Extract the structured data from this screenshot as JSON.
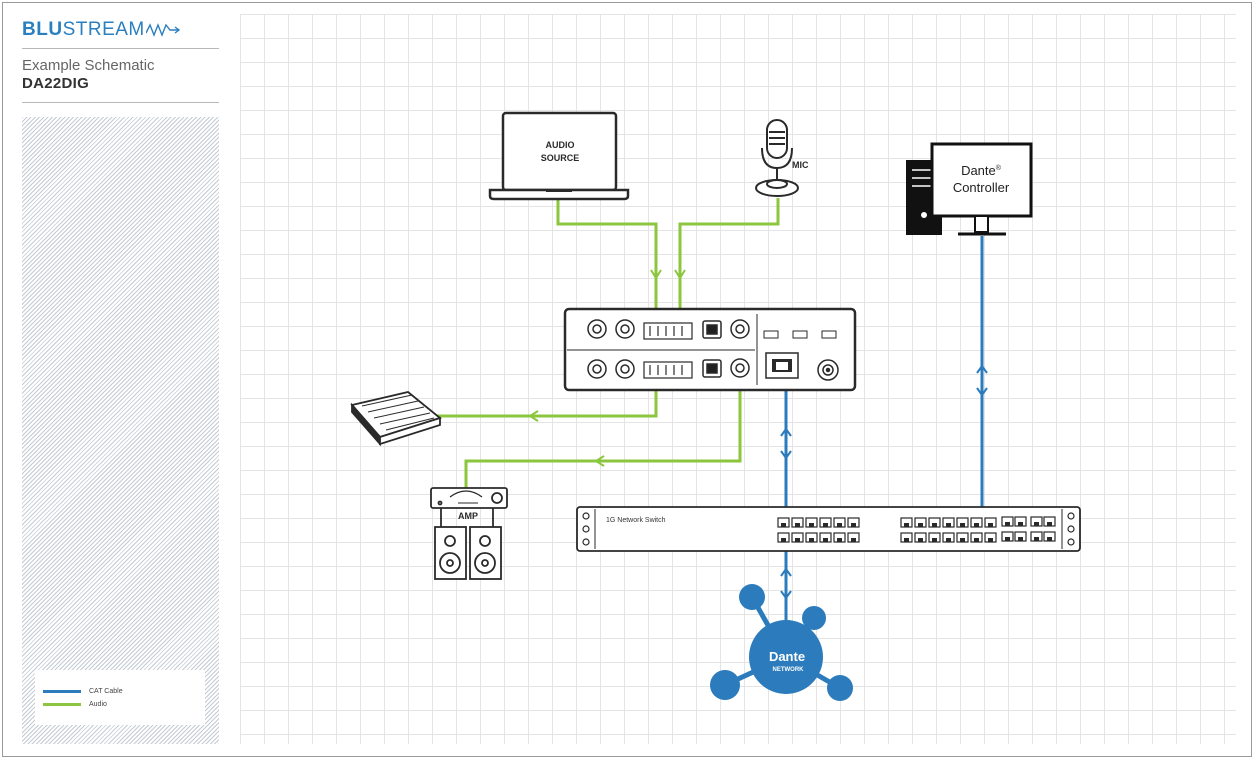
{
  "brand": {
    "name_bold": "BLU",
    "name_light": "STREAM"
  },
  "header": {
    "subtitle": "Example Schematic",
    "model": "DA22DIG"
  },
  "legend": [
    {
      "label": "CAT Cable",
      "color": "#2b7bbd"
    },
    {
      "label": "Audio",
      "color": "#8cc63f"
    }
  ],
  "devices": {
    "laptop": {
      "line1": "AUDIO",
      "line2": "SOURCE"
    },
    "mic": "MIC",
    "controller": {
      "line1": "Dante",
      "reg": "®",
      "line2": "Controller"
    },
    "amp": "AMP",
    "switch": "1G Network Switch",
    "dante": {
      "name": "Dante",
      "network": "NETWORK"
    }
  },
  "colors": {
    "cat": "#2b7bbd",
    "audio": "#8cc63f",
    "outline": "#2a2a2a",
    "brand": "#2a7fbf"
  }
}
